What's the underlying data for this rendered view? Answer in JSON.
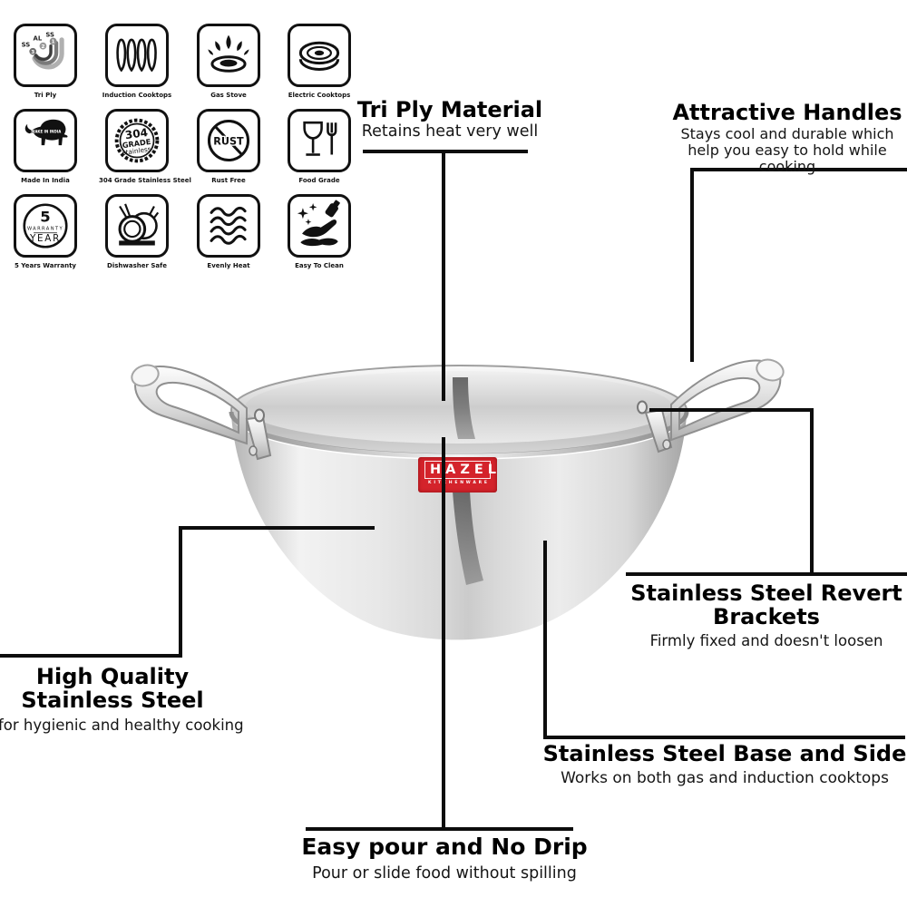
{
  "brand": {
    "name": "HAZEL",
    "tagline": "KITCHENWARE",
    "logo_color": "#d4232b"
  },
  "badges": [
    {
      "label": "Tri Ply"
    },
    {
      "label": "Induction Cooktops"
    },
    {
      "label": "Gas Stove"
    },
    {
      "label": "Electric Cooktops"
    },
    {
      "label": "Made In India"
    },
    {
      "label": "304 Grade Stainless Steel"
    },
    {
      "label": "Rust Free"
    },
    {
      "label": "Food Grade"
    },
    {
      "label": "5 Years Warranty"
    },
    {
      "label": "Dishwasher Safe"
    },
    {
      "label": "Evenly Heat"
    },
    {
      "label": "Easy To Clean"
    }
  ],
  "callouts": {
    "tri_ply": {
      "title": "Tri Ply Material",
      "subtitle": "Retains heat very well"
    },
    "handles": {
      "title": "Attractive Handles",
      "subtitle": "Stays cool and durable which help you easy to hold while cooking"
    },
    "brackets": {
      "title": "Stainless Steel Revert Brackets",
      "subtitle": "Firmly fixed and doesn't loosen"
    },
    "steel": {
      "title": "High Quality Stainless Steel",
      "subtitle": "for hygienic and healthy cooking"
    },
    "base": {
      "title": "Stainless Steel Base and Side",
      "subtitle": "Works on both gas and induction cooktops"
    },
    "pour": {
      "title": "Easy pour and No Drip",
      "subtitle": "Pour or slide food without spilling"
    }
  },
  "inscriptions": {
    "tri_ply": {
      "ss_outer": "SS",
      "al": "AL",
      "ss_inner": "SS",
      "l1": "1",
      "l2": "2",
      "l3": "3"
    },
    "made_in_india": "MAKE IN INDIA",
    "grade_304": {
      "line1": "304",
      "line2": "GRADE",
      "line3": "stainless"
    },
    "rust": "RUST",
    "warranty": {
      "number": "5",
      "word": "WARRANTY",
      "year": "YEAR"
    }
  },
  "colors": {
    "line": "#0d0d0d",
    "title": "#000000",
    "subtitle": "#151515"
  }
}
